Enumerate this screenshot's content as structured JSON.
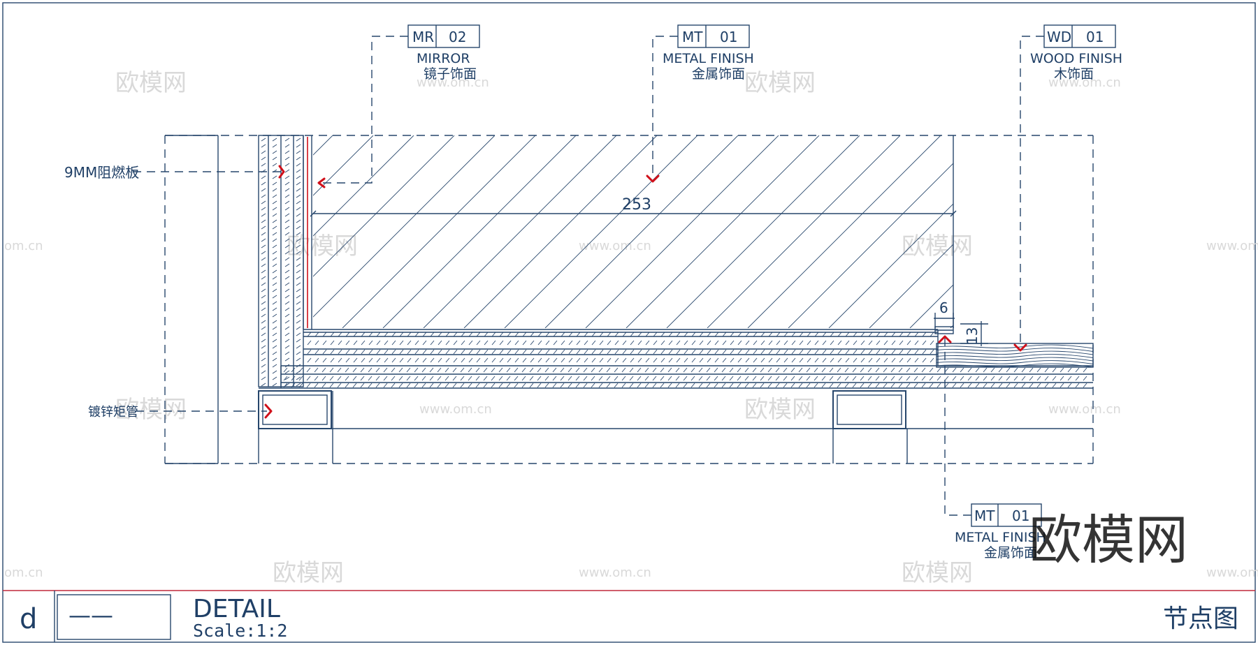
{
  "tags": {
    "mirror": {
      "code": "MR",
      "num": "02",
      "en": "MIRROR",
      "cn": "镜子饰面"
    },
    "metal_top": {
      "code": "MT",
      "num": "01",
      "en": "METAL FINISH",
      "cn": "金属饰面"
    },
    "wood": {
      "code": "WD",
      "num": "01",
      "en": "WOOD FINISH",
      "cn": "木饰面"
    },
    "metal_bottom": {
      "code": "MT",
      "num": "01",
      "en": "METAL FINISH",
      "cn": "金属饰面"
    }
  },
  "labels": {
    "board": "9MM阻燃板",
    "tube": "镀锌矩管"
  },
  "dimensions": {
    "width": "253",
    "gap": "6",
    "thick": "13"
  },
  "title_block": {
    "letter": "d",
    "dash": "——",
    "title": "DETAIL",
    "scale": "Scale:1:2",
    "cn_title": "节点图"
  },
  "watermarks": {
    "brand_cn": "欧模网",
    "url": "www.om.cn",
    "url_short": "om.cn",
    "big_logo": "欧模网"
  },
  "colors": {
    "line": "#27466c",
    "accent_red": "#d0101a",
    "watermark": "#d9d9d9"
  }
}
